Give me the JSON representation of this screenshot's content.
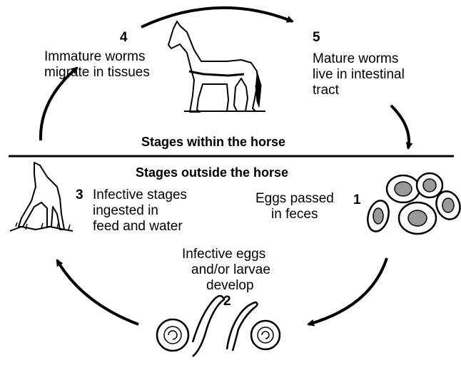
{
  "stages": [
    {
      "number": "4",
      "lines": [
        "Immature worms",
        "migrate in tissues"
      ]
    },
    {
      "number": "5",
      "lines": [
        "Mature worms",
        "live in intestinal",
        "tract"
      ]
    },
    {
      "number": "1",
      "lines": [
        "Eggs passed",
        "in feces"
      ]
    },
    {
      "number": "2",
      "lines": [
        "Infective eggs",
        "and/or larvae",
        "develop"
      ]
    },
    {
      "number": "3",
      "lines": [
        "Infective stages",
        "ingested in",
        "feed and water"
      ]
    }
  ],
  "headings": {
    "inside": "Stages within the horse",
    "outside": "Stages outside the horse"
  },
  "colors": {
    "ink": "#000000",
    "background": "#ffffff"
  },
  "icons": [
    "standing-horse-icon",
    "grazing-horse-icon",
    "worm-eggs-icon",
    "larvae-icon",
    "cycle-arrow-icon"
  ]
}
